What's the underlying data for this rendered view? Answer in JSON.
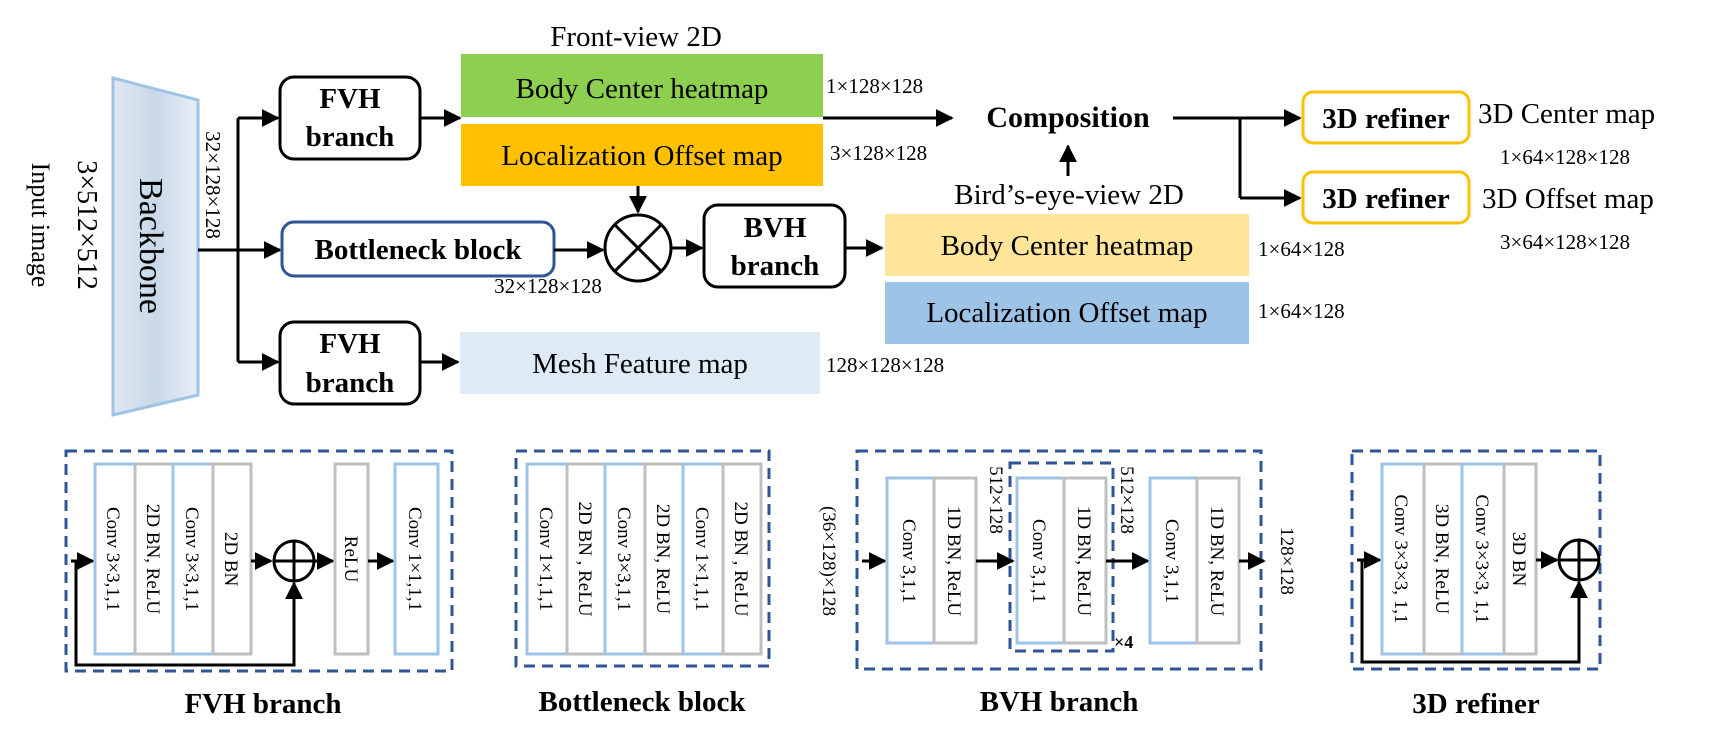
{
  "input": {
    "label": "Input image",
    "size": "3×512×512",
    "backbone": "Backbone",
    "backbone_out": "32×128×128"
  },
  "top": {
    "fvh_branch_1": [
      "FVH",
      "branch"
    ],
    "fvh_branch_2": [
      "FVH",
      "branch"
    ],
    "bottleneck": "Bottleneck block",
    "bottleneck_out": "32×128×128",
    "bvh_branch": [
      "BVH",
      "branch"
    ],
    "front_view_title": "Front-view 2D",
    "front_center": "Body Center heatmap",
    "front_center_dim": "1×128×128",
    "front_offset": "Localization Offset map",
    "front_offset_dim": "3×128×128",
    "mesh_feature": "Mesh Feature map",
    "mesh_feature_dim": "128×128×128",
    "birds_eye_title": "Bird’s-eye-view 2D",
    "bev_center": "Body Center heatmap",
    "bev_center_dim": "1×64×128",
    "bev_offset": "Localization Offset map",
    "bev_offset_dim": "1×64×128",
    "composition": "Composition",
    "refiner_1": "3D refiner",
    "refiner_2": "3D refiner",
    "center_map": "3D Center map",
    "center_map_dim": "1×64×128×128",
    "offset_map": "3D Offset map",
    "offset_map_dim": "3×64×128×128"
  },
  "details": {
    "fvh": {
      "title": "FVH branch",
      "layers": [
        "Conv 3×3,1,1",
        "2D BN, ReLU",
        "Conv 3×3,1,1",
        "2D BN",
        "ReLU",
        "Conv 1×1,1,1"
      ]
    },
    "bottleneck": {
      "title": "Bottleneck block",
      "layers": [
        "Conv 1×1,1,1",
        "2D BN , ReLU",
        "Conv 3×3,1,1",
        "2D BN, ReLU",
        "Conv 1×1,1,1",
        "2D BN , ReLU"
      ]
    },
    "bvh": {
      "title": "BVH branch",
      "input": "(36×128)×128",
      "layers": [
        "Conv 3,1,1",
        "1D BN, ReLU",
        "Conv 3,1,1",
        "1D BN, ReLU",
        "Conv 3,1,1",
        "1D BN, ReLU"
      ],
      "dim_1": "512×128",
      "dim_2": "512×128",
      "output": "128×128",
      "repeat": "×4"
    },
    "refiner": {
      "title": "3D refiner",
      "layers": [
        "Conv 3×3×3, 1,1",
        "3D BN, ReLU",
        "Conv 3×3×3, 1,1",
        "3D BN"
      ]
    }
  },
  "colors": {
    "green": "#8dcf4f",
    "orange": "#fec000",
    "light_orange": "#fee599",
    "light_blue": "#9dc3e6",
    "pale_blue": "#deebf7",
    "conv_border": "#9dc3e6",
    "bn_border": "#bfbfbf",
    "dash": "#2f5597",
    "refiner_border": "#fec000",
    "bottleneck_border": "#2f5597"
  }
}
